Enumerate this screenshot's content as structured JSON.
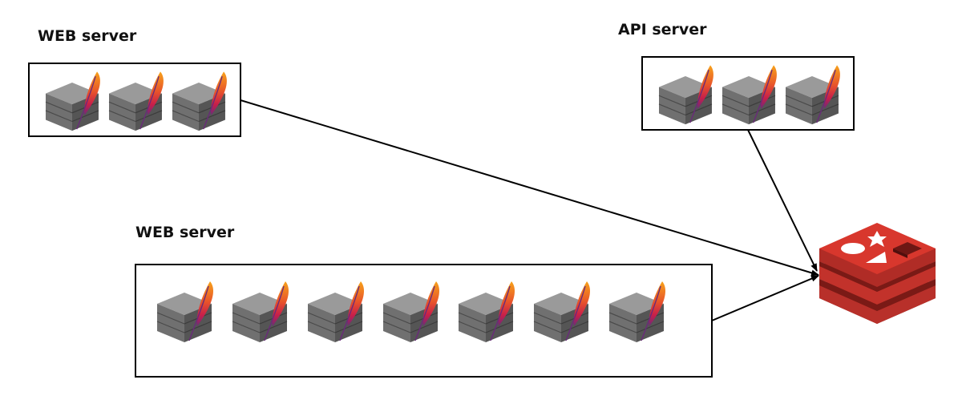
{
  "groups": [
    {
      "id": "web-top",
      "label": "WEB server",
      "server_count": 3
    },
    {
      "id": "api",
      "label": "API server",
      "server_count": 3
    },
    {
      "id": "web-bottom",
      "label": "WEB server",
      "server_count": 7
    }
  ],
  "connections": [
    {
      "from": "web-top",
      "to": "redis"
    },
    {
      "from": "api",
      "to": "redis"
    },
    {
      "from": "web-bottom",
      "to": "redis"
    }
  ],
  "icons": {
    "server": "server-rack-icon",
    "feather": "apache-feather-icon",
    "datastore": "redis-logo-icon"
  },
  "colors": {
    "server_top": "#9a9a9a",
    "server_front": "#707070",
    "server_side": "#555555",
    "feather_light": "#f7a21b",
    "feather_mid": "#d6243b",
    "feather_dark": "#6a2a7a",
    "redis_front": "#b8302a",
    "redis_top": "#d8352c",
    "redis_side": "#8f1f1b",
    "line": "#000000"
  }
}
